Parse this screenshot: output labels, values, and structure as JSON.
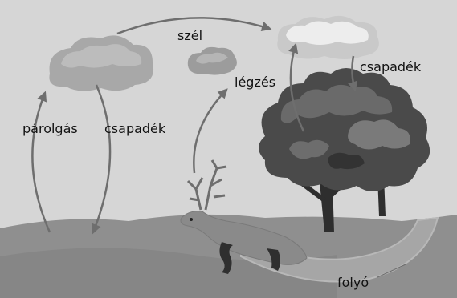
{
  "labels": {
    "wind": "szél",
    "evaporation": "párolgás",
    "precipitation_left": "csapadék",
    "precipitation_right": "csapadék",
    "respiration": "légzés",
    "river": "folyó"
  },
  "colors": {
    "sky": "#d6d6d6",
    "ground": "#8f8f8f",
    "ground_dark": "#7d7d7d",
    "river": "#a9a9a9",
    "arrow": "#6e6e6e",
    "cloud_light": "#efefef",
    "cloud_mid": "#c7c7c7",
    "cloud_dark": "#9e9e9e",
    "foliage_dark": "#3f3f3f",
    "foliage_mid": "#5e5e5e",
    "foliage_light": "#787878",
    "trunk": "#2e2e2e",
    "deer": "#8a8a8a",
    "deer_dark": "#2f2f2f",
    "text": "#111111"
  },
  "icons": [
    "cloud-icon",
    "tree-icon",
    "deer-icon",
    "arrow-icon"
  ]
}
